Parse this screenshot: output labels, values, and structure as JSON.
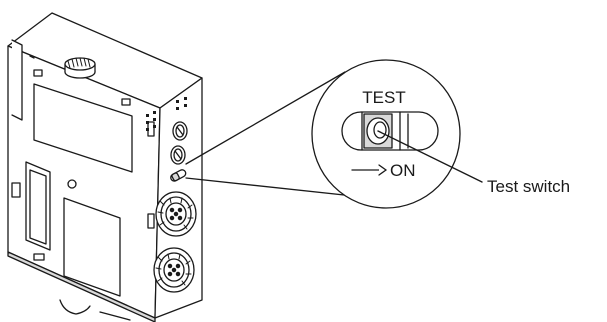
{
  "diagram": {
    "callout_test_label": "TEST",
    "callout_on_label": "ON",
    "callout_arrow_glyph": "⟶",
    "pointer_label": "Test switch",
    "icons": {
      "device": "io-terminal-device-icon",
      "connector": "m12-connector-icon",
      "switch": "slide-switch-icon"
    },
    "colors": {
      "line": "#1a1a1a",
      "background": "#ffffff",
      "shade": "#d9d9d9"
    }
  }
}
